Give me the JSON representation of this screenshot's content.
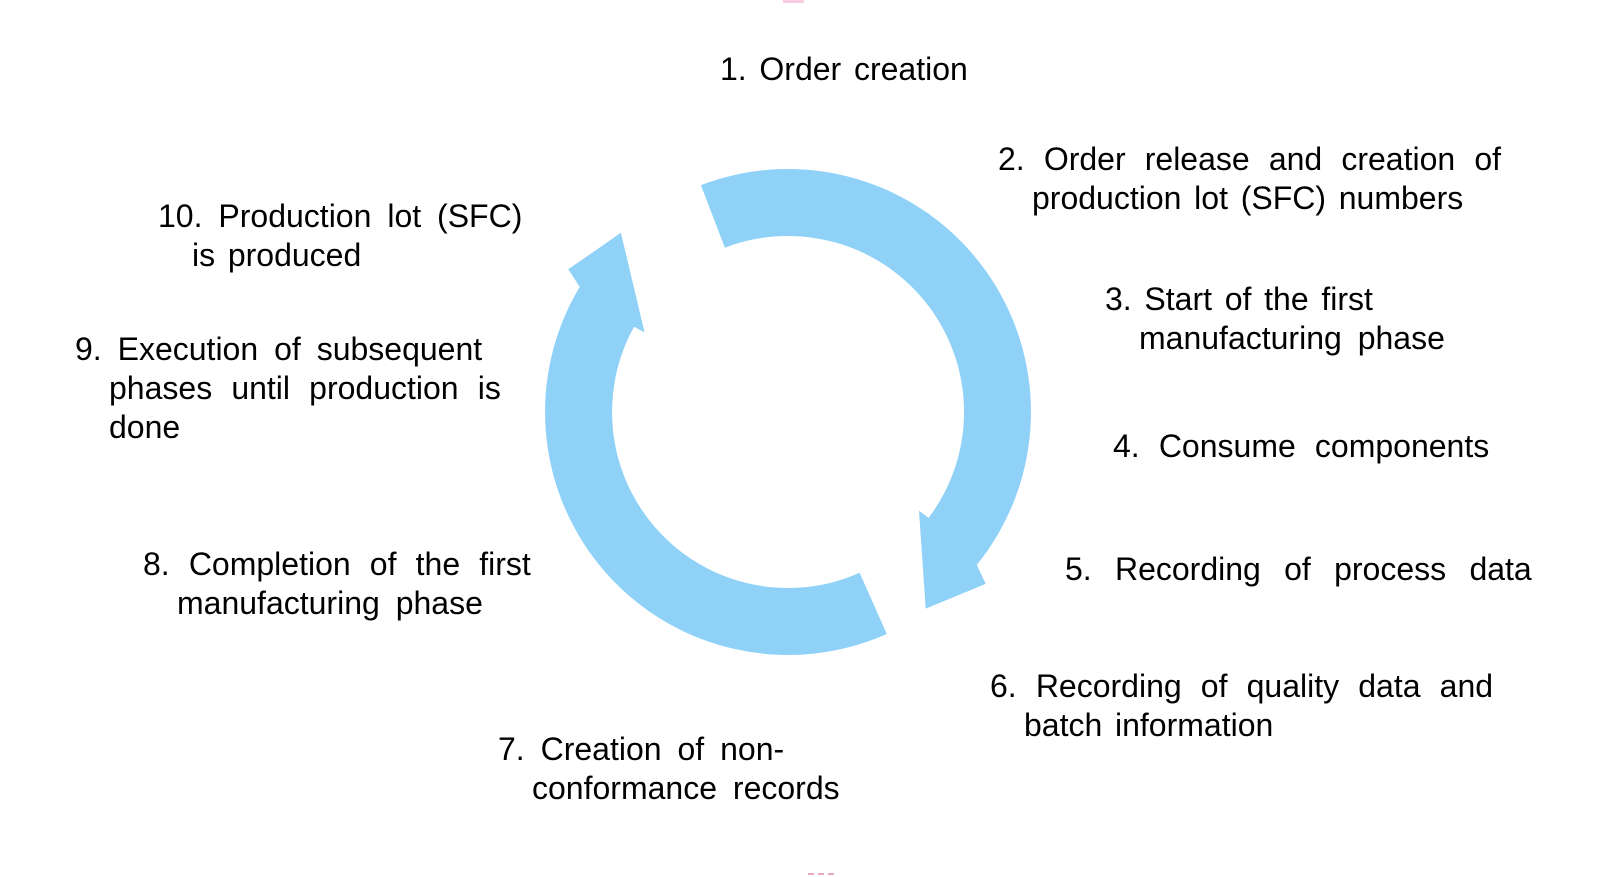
{
  "background": "#FFFFFF",
  "text_color": "#000000",
  "cycle": {
    "shape": "circular-arrow",
    "direction": "clockwise",
    "segment_count": 2,
    "color": "#8FD1F7"
  },
  "steps": [
    {
      "number": 1,
      "lines": [
        "1. Order creation"
      ]
    },
    {
      "number": 2,
      "lines": [
        "2. Order release and creation of",
        "production lot (SFC) numbers"
      ]
    },
    {
      "number": 3,
      "lines": [
        "3. Start of the first",
        "manufacturing phase"
      ]
    },
    {
      "number": 4,
      "lines": [
        "4. Consume components"
      ]
    },
    {
      "number": 5,
      "lines": [
        "5. Recording of process data"
      ]
    },
    {
      "number": 6,
      "lines": [
        "6. Recording of quality data and",
        "batch information"
      ]
    },
    {
      "number": 7,
      "lines": [
        "7. Creation of non-",
        "conformance records"
      ]
    },
    {
      "number": 8,
      "lines": [
        "8. Completion of the first",
        "manufacturing phase"
      ]
    },
    {
      "number": 9,
      "lines": [
        "9. Execution of subsequent",
        "phases until production is",
        "done"
      ]
    },
    {
      "number": 10,
      "lines": [
        "10. Production lot (SFC)",
        "is produced"
      ]
    }
  ],
  "markers": {
    "top_color": "#F8CCE1",
    "bottom_color": "#E8A6C4"
  }
}
